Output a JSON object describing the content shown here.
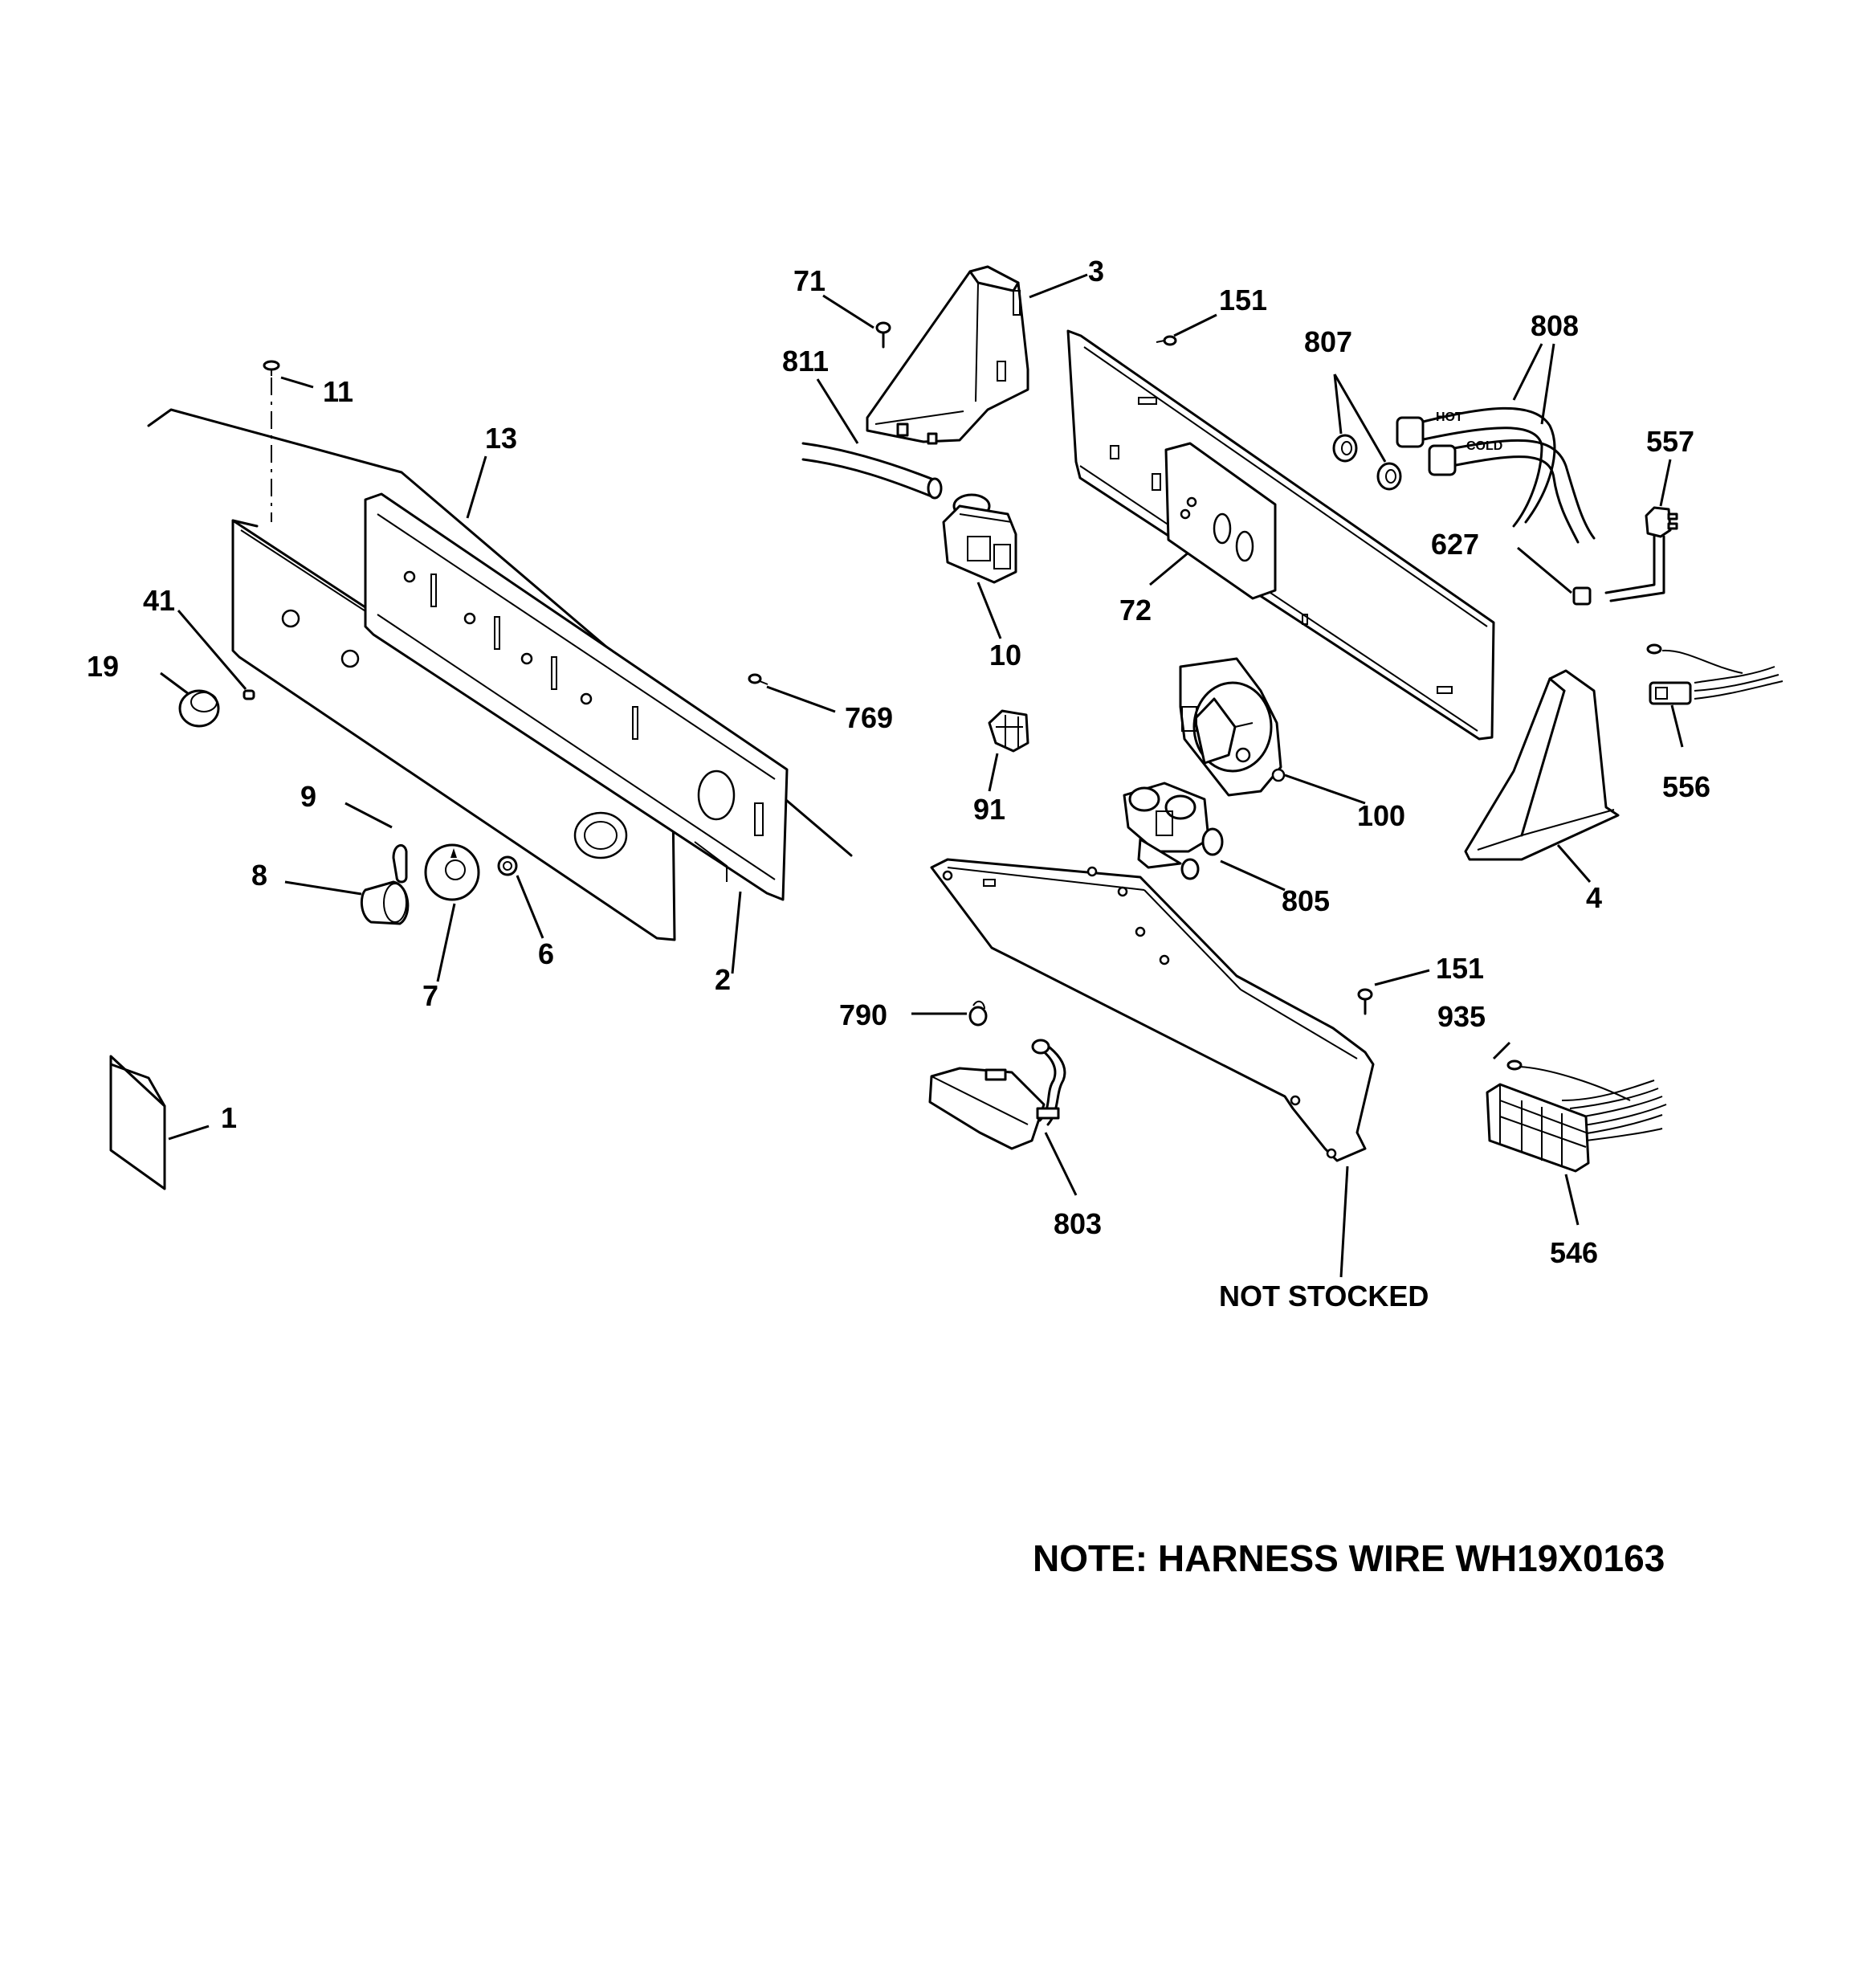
{
  "callouts": {
    "c1": "1",
    "c2": "2",
    "c3": "3",
    "c4": "4",
    "c6": "6",
    "c7": "7",
    "c8": "8",
    "c9": "9",
    "c10": "10",
    "c11": "11",
    "c13": "13",
    "c19": "19",
    "c41": "41",
    "c71": "71",
    "c72": "72",
    "c91": "91",
    "c100": "100",
    "c151a": "151",
    "c151b": "151",
    "c546": "546",
    "c556": "556",
    "c557": "557",
    "c627": "627",
    "c769": "769",
    "c790": "790",
    "c803": "803",
    "c805": "805",
    "c807": "807",
    "c808": "808",
    "c811": "811",
    "c935": "935"
  },
  "labels": {
    "not_stocked": "NOT STOCKED",
    "note": "NOTE: HARNESS WIRE WH19X0163",
    "hose_hot": "HOT",
    "hose_cold": "COLD"
  }
}
